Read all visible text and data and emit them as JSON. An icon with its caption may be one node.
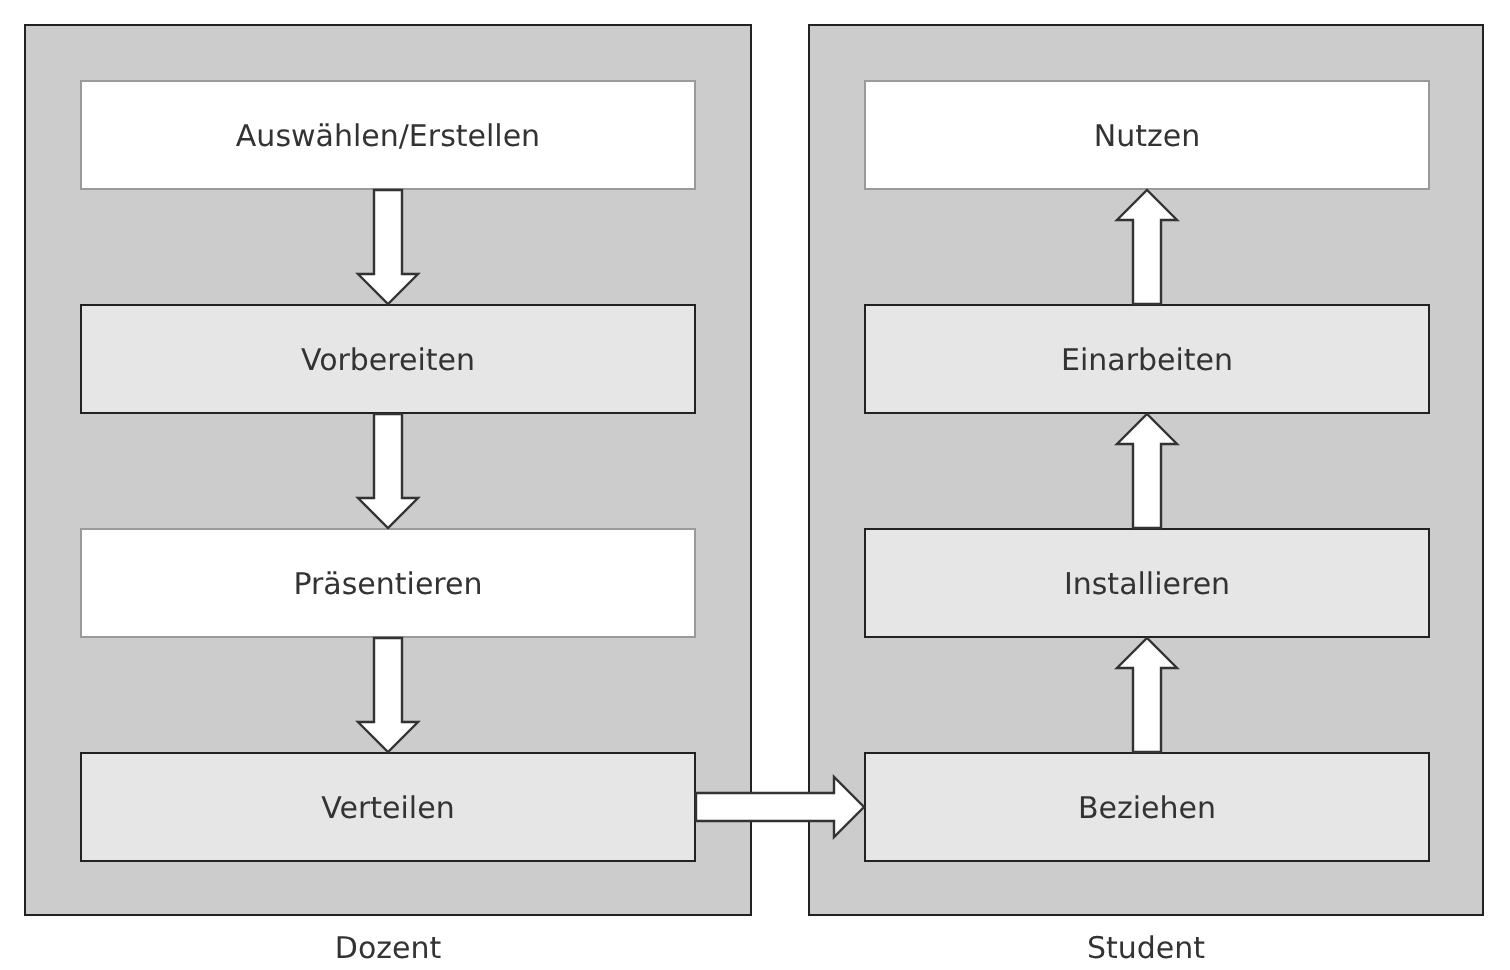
{
  "diagram": {
    "nodes": [
      {
        "text": [
          "Dozent"
        ]
      },
      {
        "text": [
          "Auswählen/Erstellen"
        ],
        "in": 0
      },
      {
        "text": [
          "Vorbereiten"
        ],
        "in": 0
      },
      {
        "text": [
          "Präsentieren"
        ],
        "in": 0
      },
      {
        "text": [
          "Verteilen"
        ],
        "in": 0
      },
      {
        "text": [
          "Student"
        ]
      },
      {
        "text": [
          "Nutzen"
        ],
        "in": 5
      },
      {
        "text": [
          "Einarbeiten"
        ],
        "in": 5
      },
      {
        "text": [
          "Installieren"
        ],
        "in": 5
      },
      {
        "text": [
          "Beziehen"
        ],
        "in": 5
      }
    ],
    "edges": [
      {
        "from": 1,
        "to": 2,
        "arrow": "to"
      },
      {
        "from": 2,
        "to": 3,
        "arrow": "to"
      },
      {
        "from": 3,
        "to": 4,
        "arrow": "to"
      },
      {
        "from": 4,
        "to": 9,
        "arrow": "to"
      },
      {
        "from": 9,
        "to": 8,
        "arrow": "to"
      },
      {
        "from": 8,
        "to": 7,
        "arrow": "to"
      },
      {
        "from": 7,
        "to": 6,
        "arrow": "to"
      }
    ]
  }
}
